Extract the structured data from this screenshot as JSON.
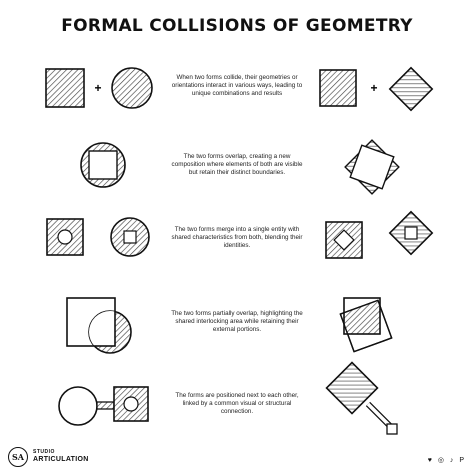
{
  "title": "FORMAL COLLISIONS OF GEOMETRY",
  "descriptions": [
    "When two forms collide, their geometries or orientations interact in various ways, leading to unique combinations and results",
    "The two forms overlap, creating a new composition where elements of both are visible but retain their distinct boundaries.",
    "The two forms merge into a single entity with shared characteristics from both, blending their identities.",
    "The two forms partially overlap, highlighting the shared interlocking area while retaining their external portions.",
    "The forms are positioned next to each other, linked by a common visual or structural connection."
  ],
  "plus_symbol": "+",
  "logo": {
    "mark": "SA",
    "line1": "STUDIO",
    "line2": "ARTICULATION"
  },
  "social_icons": [
    "heart-icon",
    "instagram-icon",
    "tiktok-icon",
    "pinterest-icon"
  ],
  "social_glyphs": "♥ ◎ ♪ P"
}
